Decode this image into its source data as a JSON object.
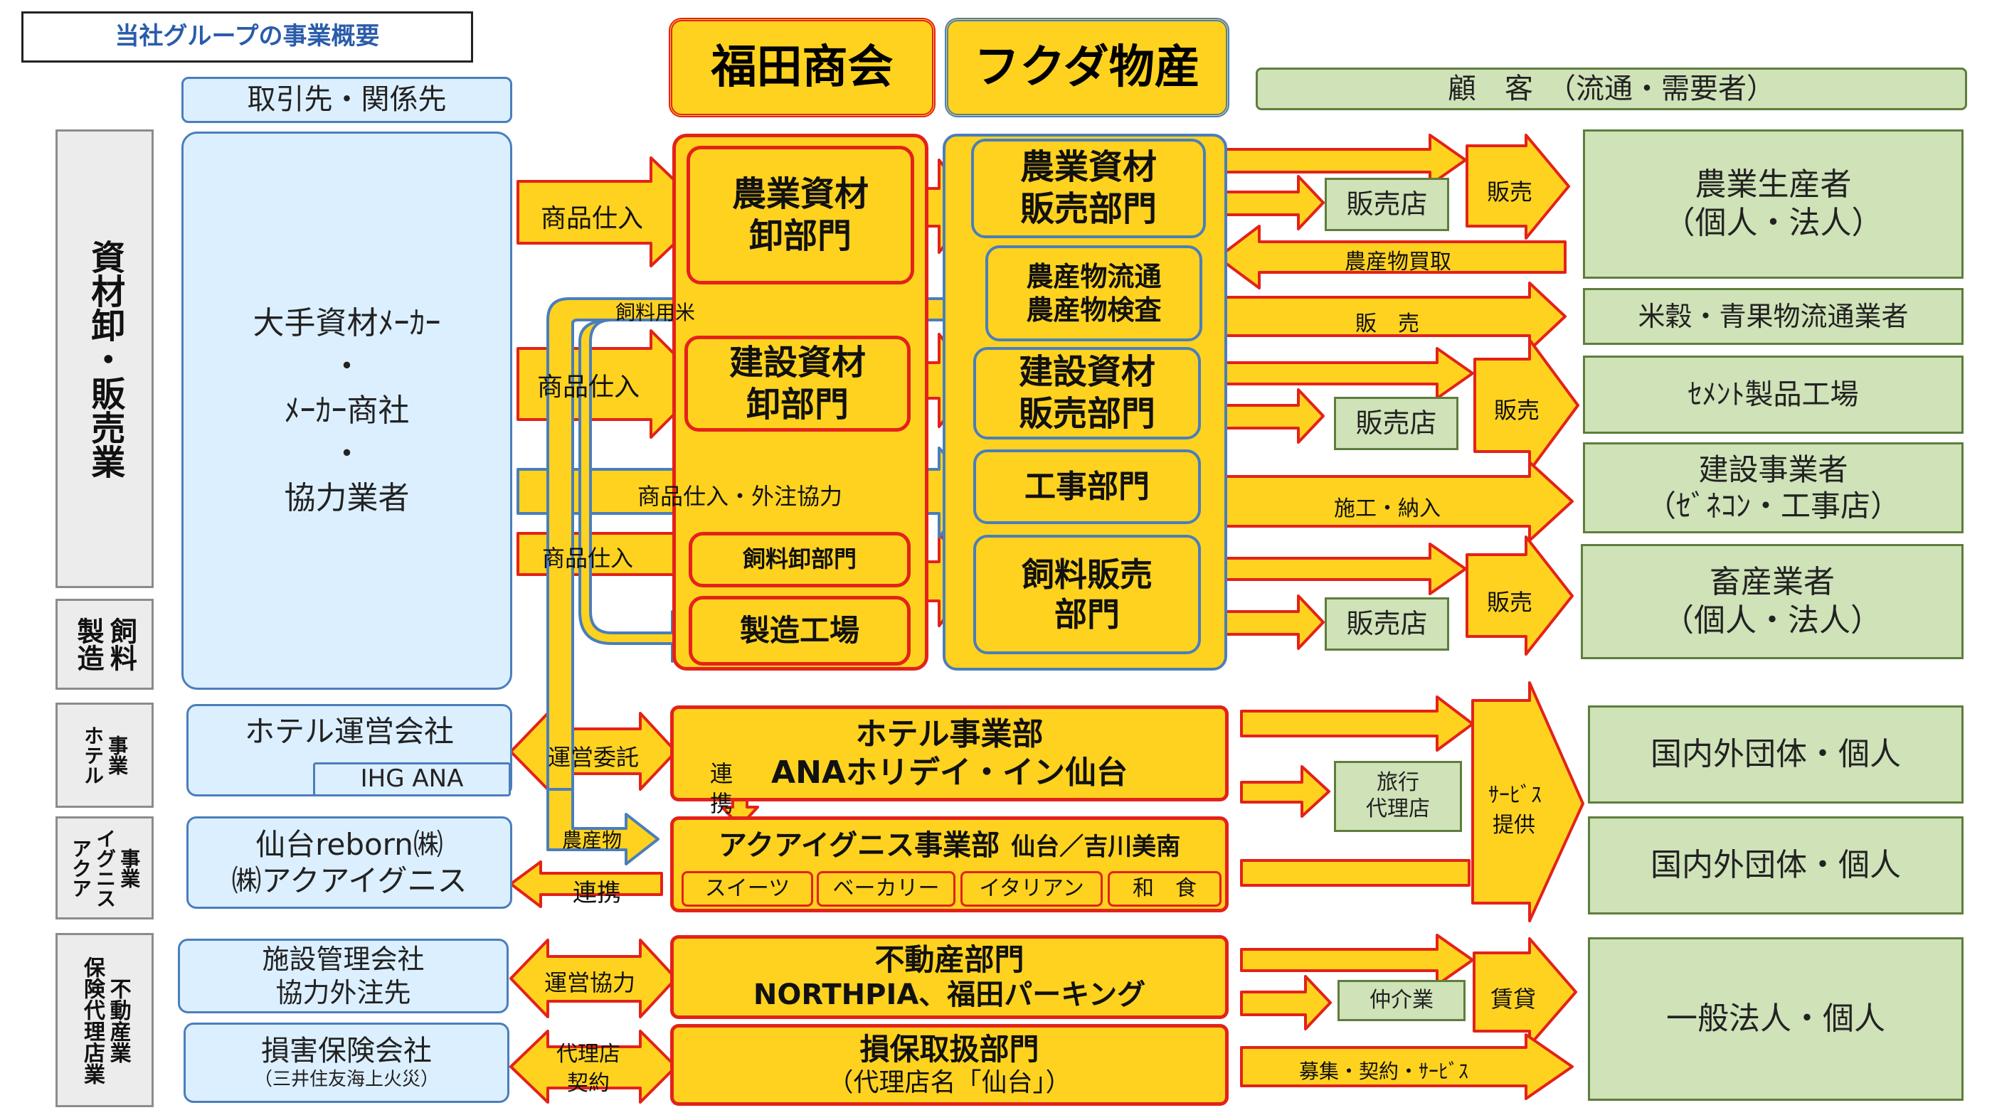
{
  "title": "当社グループの事業概要",
  "headers": {
    "partners": "取引先・関係先",
    "company1": "福田商会",
    "company2": "フクダ物産",
    "customers": "顧　客　（流通・需要者）"
  },
  "categories": {
    "materials": "資材卸・販売業",
    "feed": [
      "製造",
      "飼料"
    ],
    "hotel": [
      "ホテル",
      "事業"
    ],
    "aqua": [
      "アクア",
      "イグニス",
      "事業"
    ],
    "realestate": [
      "保険代理店業",
      "不動産業"
    ]
  },
  "partners": {
    "makers": [
      "大手資材ﾒｰｶｰ",
      "・",
      "ﾒｰｶｰ商社",
      "・",
      "協力業者"
    ],
    "hotel_ops": "ホテル運営会社",
    "ihg": "IHG ANA",
    "reborn": [
      "仙台reborn㈱",
      "㈱アクアイグニス"
    ],
    "facility": [
      "施設管理会社",
      "協力外注先"
    ],
    "insurance": [
      "損害保険会社",
      "（三井住友海上火災）"
    ]
  },
  "fukuda_shokai": {
    "agri_wholesale": [
      "農業資材",
      "卸部門"
    ],
    "const_wholesale": [
      "建設資材",
      "卸部門"
    ],
    "feed_wholesale": "飼料卸部門",
    "factory": "製造工場"
  },
  "fukuda_bussan": {
    "agri_sales": [
      "農業資材",
      "販売部門"
    ],
    "produce": [
      "農産物流通",
      "農産物検査"
    ],
    "const_sales": [
      "建設資材",
      "販売部門"
    ],
    "construction": "工事部門",
    "feed_sales": [
      "飼料販売",
      "部門"
    ]
  },
  "hotel": [
    "ホテル事業部",
    "ANAホリデイ・イン仙台"
  ],
  "aqua": {
    "title": "アクアイグニス事業部",
    "location": "仙台／吉川美南",
    "tags": [
      "スイーツ",
      "ベーカリー",
      "イタリアン",
      "和　食"
    ]
  },
  "realestate": [
    "不動産部門",
    "NORTHPIA、福田パーキング"
  ],
  "insurance_dept": [
    "損保取扱部門",
    "（代理店名「仙台」）"
  ],
  "intermediaries": {
    "shop1": "販売店",
    "shop2": "販売店",
    "shop3": "販売店",
    "travel": [
      "旅行",
      "代理店"
    ],
    "broker": "仲介業"
  },
  "customers": {
    "farmers": [
      "農業生産者",
      "（個人・法人）"
    ],
    "rice": "米穀・青果物流通業者",
    "cement": "ｾﾒﾝﾄ製品工場",
    "builders": [
      "建設事業者",
      "（ｾﾞﾈｺﾝ・工事店）"
    ],
    "livestock": [
      "畜産業者",
      "（個人・法人）"
    ],
    "groups1": "国内外団体・個人",
    "groups2": "国内外団体・個人",
    "general": "一般法人・個人"
  },
  "arrows": {
    "purchase1": "商品仕入",
    "purchase2": "商品仕入",
    "purchase3": "商品仕入・外注協力",
    "purchase4": "商品仕入",
    "feed_rice": "飼料用米",
    "sell1": "販売",
    "produce_buy": "農産物買取",
    "sell_rice": "販　売",
    "sell2": "販売",
    "install": "施工・納入",
    "sell3": "販売",
    "ops_entrust": "運営委託",
    "link_v": [
      "連",
      "携"
    ],
    "produce": "農産物",
    "link": "連携",
    "service": [
      "ｻｰﾋﾞｽ",
      "提供"
    ],
    "ops_coop": "運営協力",
    "agency": [
      "代理店",
      "契約"
    ],
    "lease": "賃貸",
    "recruit": "募集・契約・ｻｰﾋﾞｽ"
  },
  "colors": {
    "yellow": "#ffd21f",
    "red": "#e32219",
    "blue": "#4a7ebb",
    "green": "#cfe2b8",
    "lightblue": "#dcefff"
  }
}
